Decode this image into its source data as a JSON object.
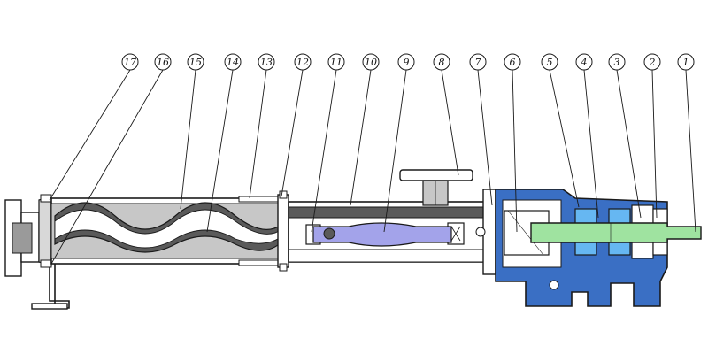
{
  "diagram": {
    "colors": {
      "outline": "#1a1a1a",
      "housing_fill": "#3a6fc4",
      "shaft_fill": "#9fe3a0",
      "rod_fill": "#a3a3ea",
      "bearing_fill": "#66b7f2",
      "section_fill": "#5a5a5a",
      "stator_fill": "#c7c7c7",
      "background": "#ffffff"
    },
    "callouts": [
      {
        "num": "17",
        "part": "inlet-flange"
      },
      {
        "num": "16",
        "part": "support-foot"
      },
      {
        "num": "15",
        "part": "stator"
      },
      {
        "num": "14",
        "part": "rotor"
      },
      {
        "num": "13",
        "part": "tie-rod"
      },
      {
        "num": "12",
        "part": "stator-flange"
      },
      {
        "num": "11",
        "part": "coupling-joint"
      },
      {
        "num": "10",
        "part": "suction-casing"
      },
      {
        "num": "9",
        "part": "coupling-rod"
      },
      {
        "num": "8",
        "part": "outlet-port"
      },
      {
        "num": "7",
        "part": "shaft-seal"
      },
      {
        "num": "6",
        "part": "drive-shaft-sleeve"
      },
      {
        "num": "5",
        "part": "bearing-housing"
      },
      {
        "num": "4",
        "part": "bearing"
      },
      {
        "num": "3",
        "part": "bearing-cover"
      },
      {
        "num": "2",
        "part": "end-cap"
      },
      {
        "num": "1",
        "part": "drive-shaft"
      }
    ]
  }
}
